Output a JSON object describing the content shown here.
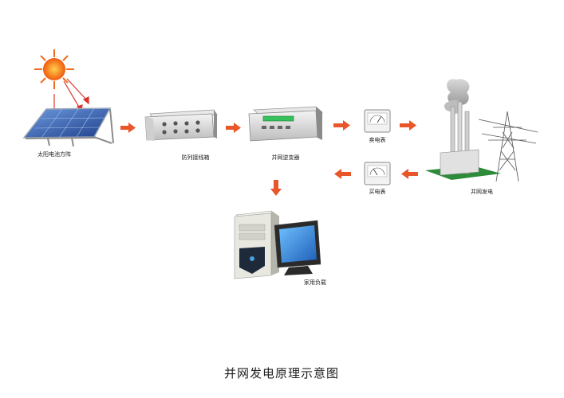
{
  "title": "并网发电原理示意图",
  "components": {
    "solar_panel": {
      "label": "太阳电池方阵"
    },
    "combiner_box": {
      "label": "防列接线箱"
    },
    "inverter": {
      "label": "并网逆变器"
    },
    "sell_meter": {
      "label": "卖电表"
    },
    "buy_meter": {
      "label": "买电表"
    },
    "grid": {
      "label": "并网发电"
    },
    "load": {
      "label": "家用负载"
    }
  },
  "colors": {
    "arrow": "#e8562a",
    "sun": "#f26a1b",
    "panel": "#2f5fb3",
    "grass": "#2e8b3a"
  }
}
